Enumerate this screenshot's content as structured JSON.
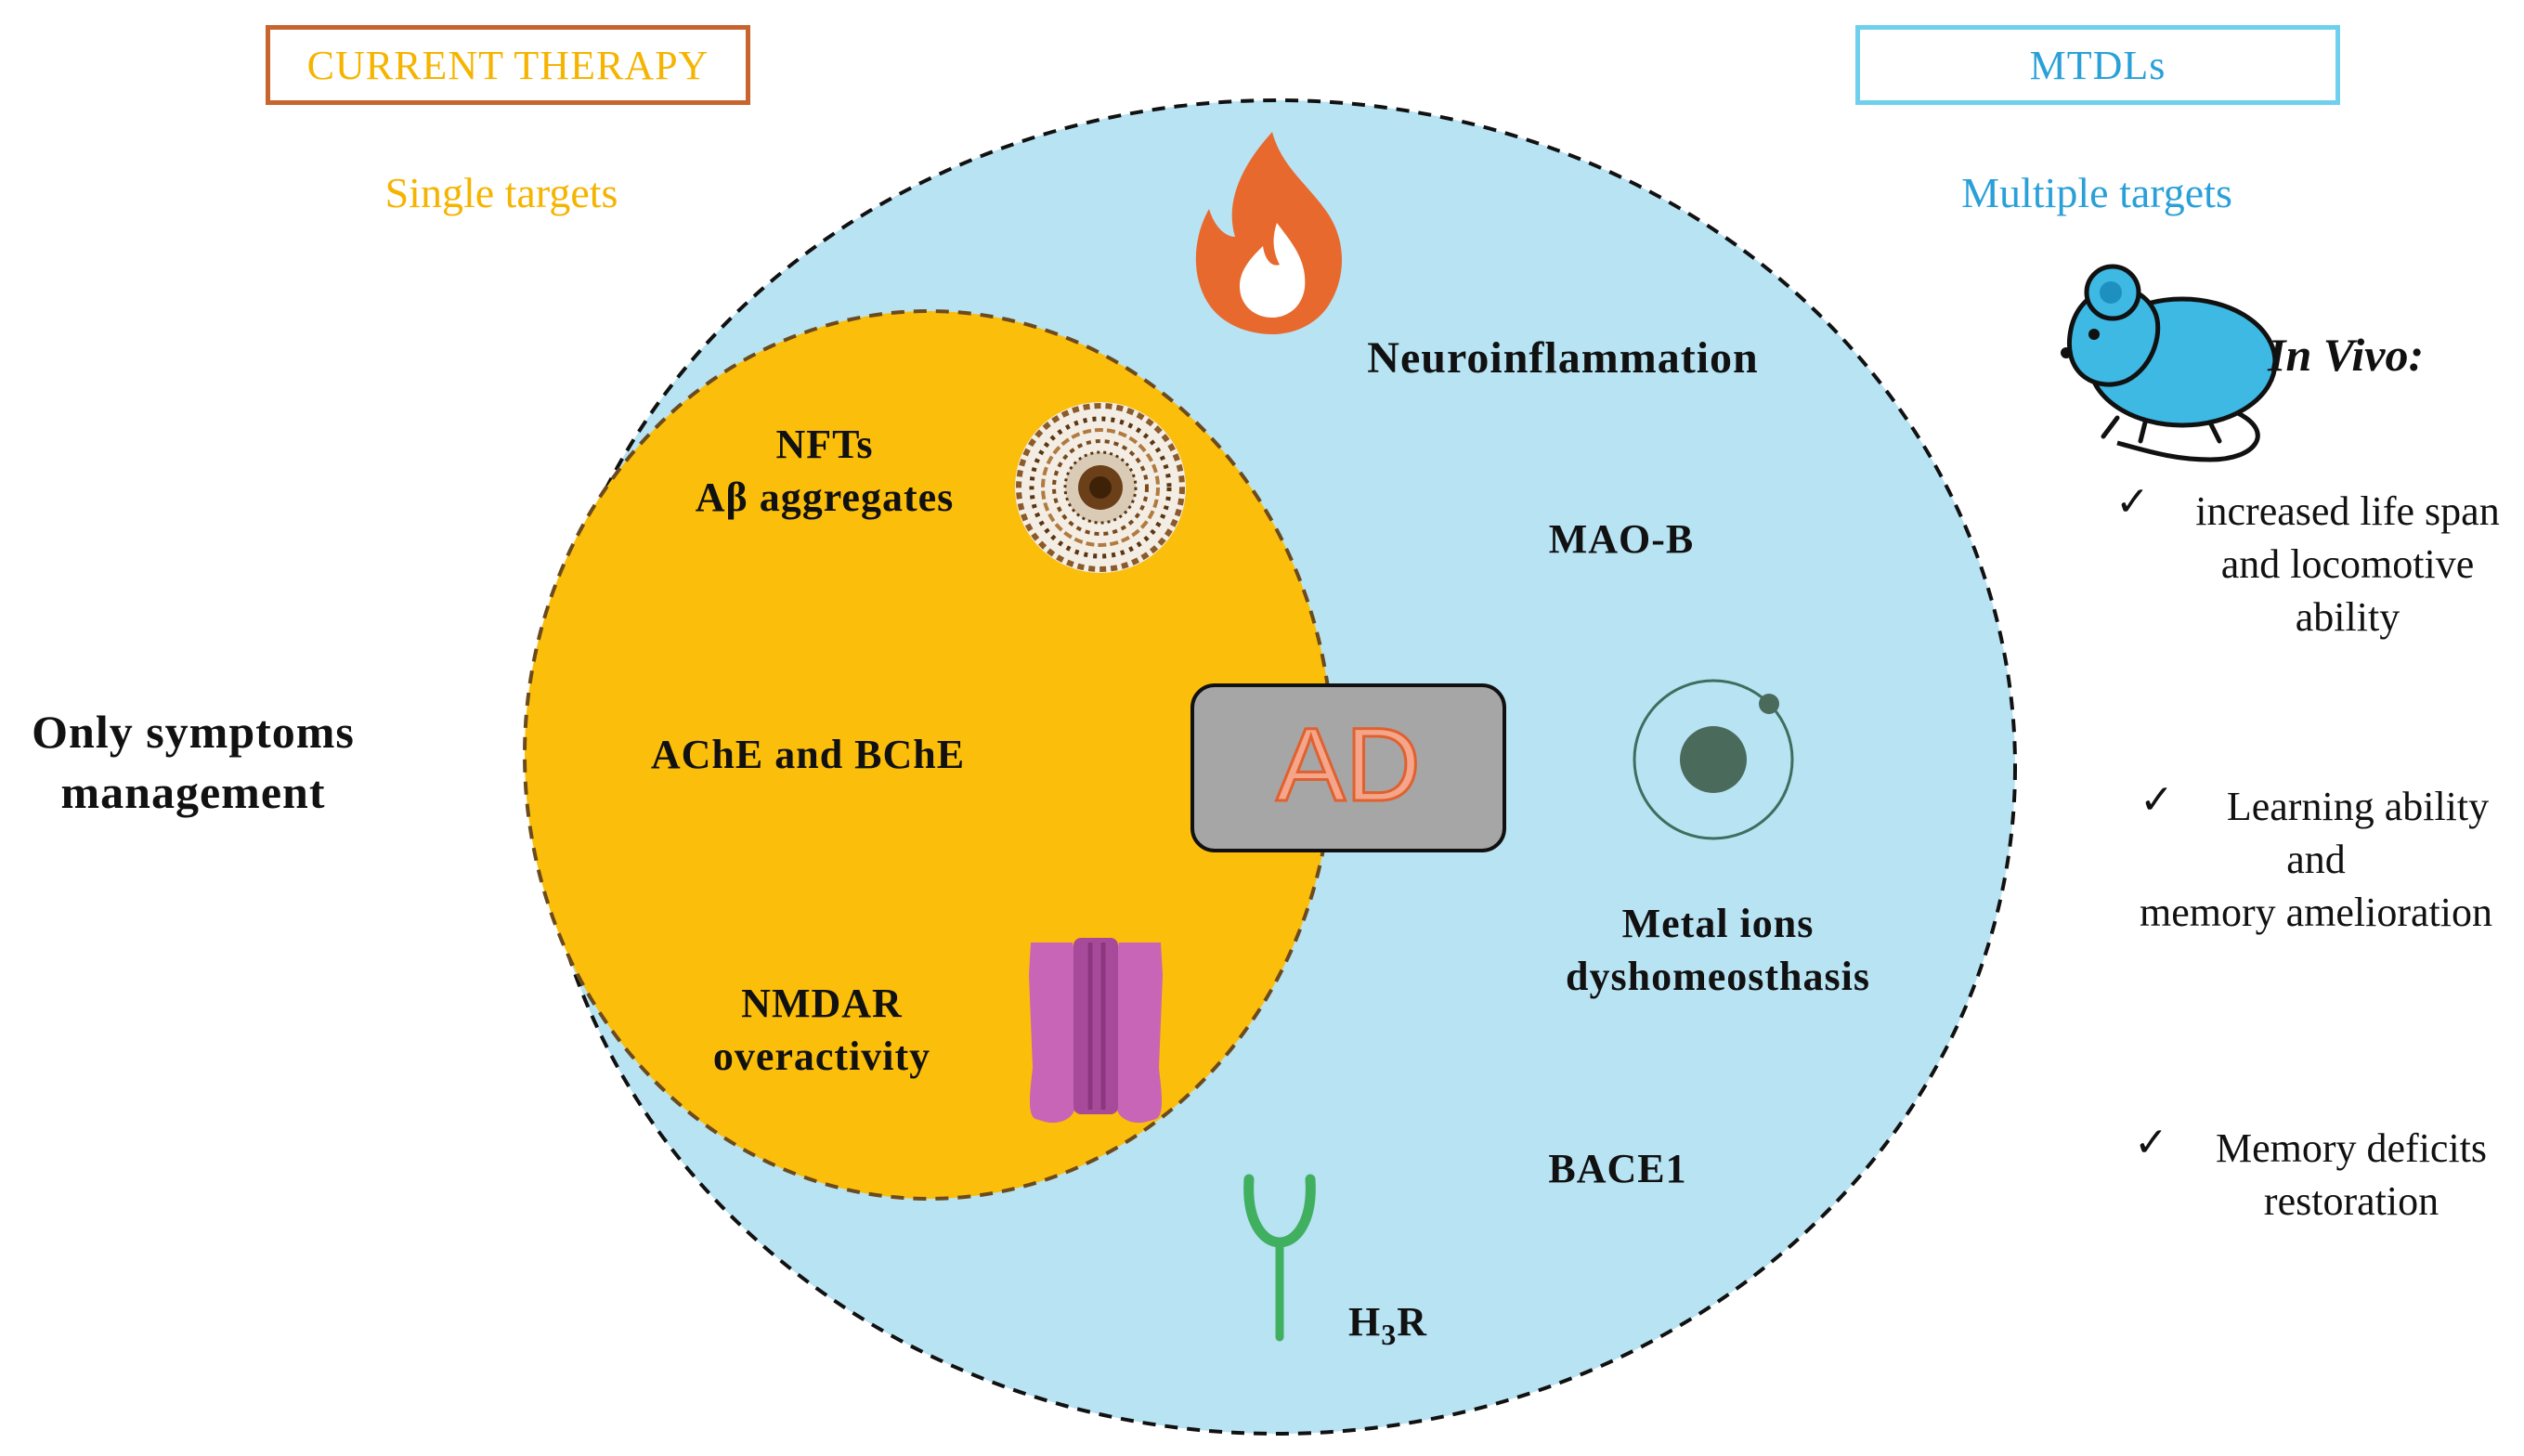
{
  "header_left": {
    "box_label": "CURRENT THERAPY",
    "subtitle": "Single targets",
    "box_color": "#c8642d",
    "text_color": "#f5b400"
  },
  "header_right": {
    "box_label": "MTDLs",
    "subtitle": "Multiple targets",
    "box_color": "#6fd0ee",
    "text_color": "#2aa0d8"
  },
  "left_note": [
    "Only symptoms",
    "management"
  ],
  "colors": {
    "outer_circle": "#b8e3f3",
    "inner_circle": "#fbbe0b",
    "ad_box": "#a6a6a6",
    "ad_text": "#f4a58a"
  },
  "inner_targets": {
    "nfts": [
      "NFTs",
      "Aβ aggregates"
    ],
    "ache": "AChE and BChE",
    "nmdar": [
      "NMDAR",
      "overactivity"
    ]
  },
  "center": {
    "label": "AD"
  },
  "outer_targets": {
    "neuroinflammation": "Neuroinflammation",
    "maob": "MAO-B",
    "metal": [
      "Metal ions",
      "dyshomeosthasis"
    ],
    "bace1": "BACE1",
    "h3r": {
      "main": "H",
      "sub": "3",
      "tail": "R"
    }
  },
  "icons": [
    "fire-icon",
    "fibril-aggregate-icon",
    "receptor-channel-icon",
    "metal-ion-icon",
    "y-receptor-icon",
    "mouse-icon"
  ],
  "in_vivo": {
    "title": "In Vivo:",
    "check_glyph": "✓",
    "items": [
      [
        "increased life span",
        "and locomotive",
        "ability"
      ],
      [
        "Learning ability",
        "and",
        "memory amelioration"
      ],
      [
        "Memory deficits",
        "restoration"
      ]
    ]
  }
}
